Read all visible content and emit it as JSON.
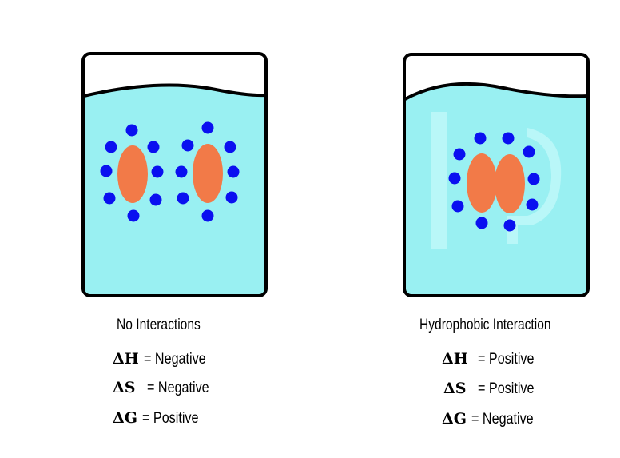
{
  "colors": {
    "water": "#99f0f2",
    "water_shadow": "#b9f7f8",
    "ion": "#0a10f0",
    "molecule": "#f27a48",
    "outline": "#000000"
  },
  "left": {
    "caption": "No Interactions",
    "rows": [
      {
        "symbol": "ΔH",
        "eq": "= Negative"
      },
      {
        "symbol": "ΔS",
        "eq": "= Negative"
      },
      {
        "symbol": "ΔG",
        "eq": "= Positive"
      }
    ]
  },
  "right": {
    "caption": "Hydrophobic Interaction",
    "rows": [
      {
        "symbol": "ΔH",
        "eq": "= Positive"
      },
      {
        "symbol": "ΔS",
        "eq": "= Positive"
      },
      {
        "symbol": "ΔG",
        "eq": "= Negative"
      }
    ]
  }
}
